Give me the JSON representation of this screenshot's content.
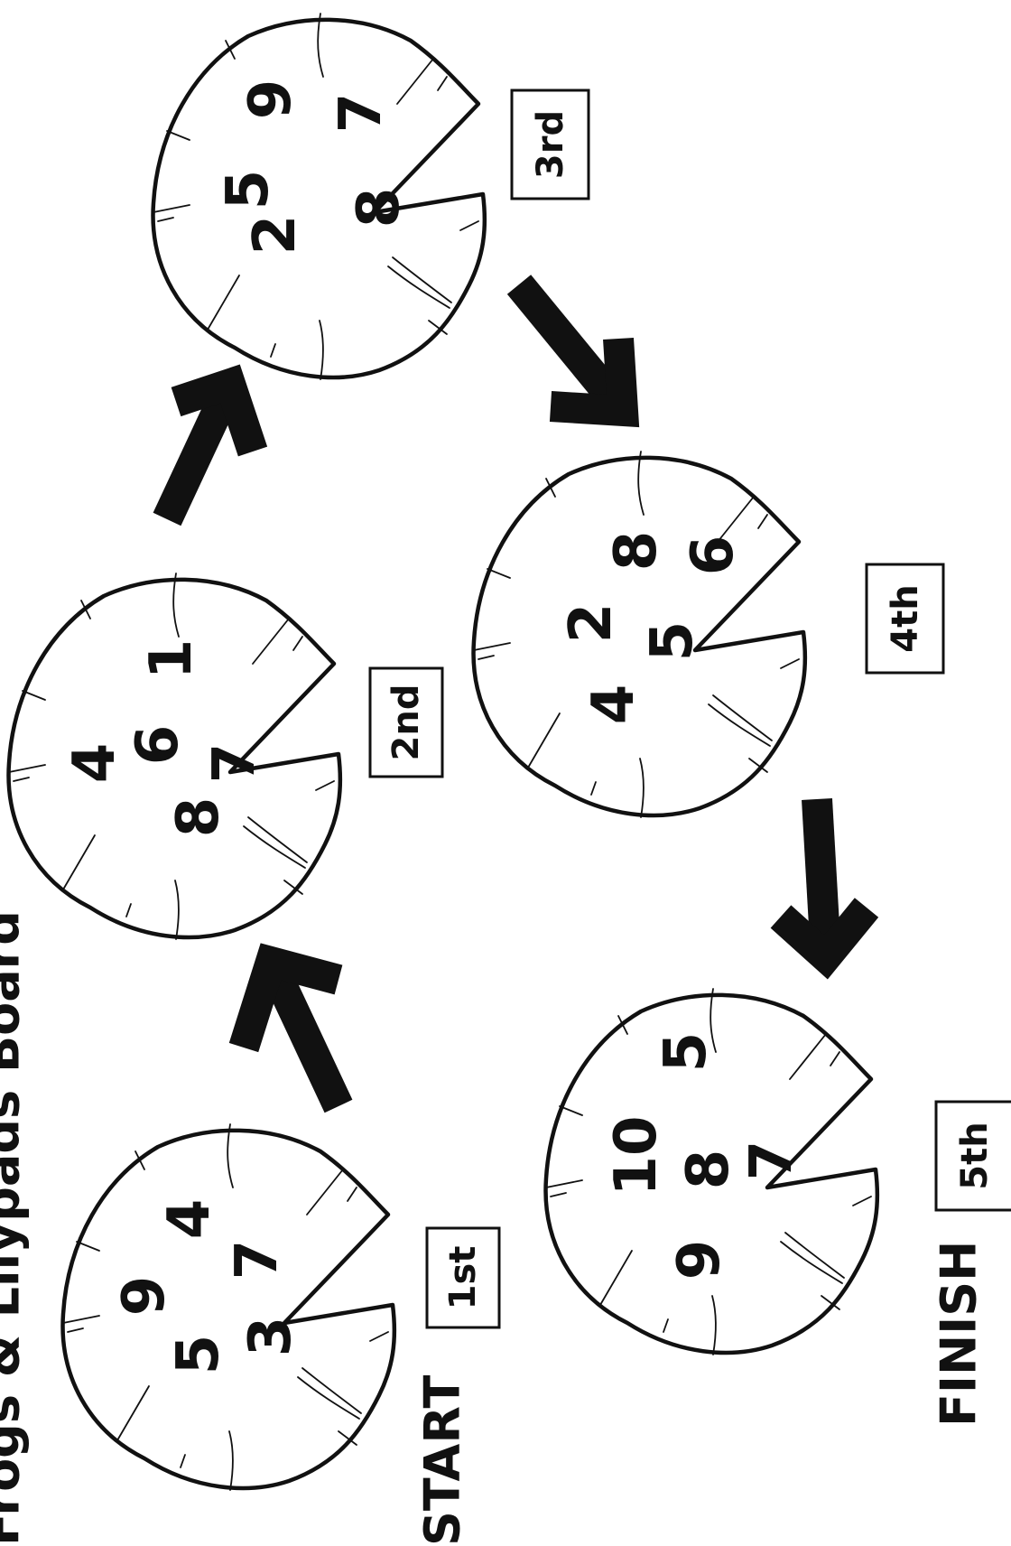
{
  "board": {
    "title": "Frogs & Lilypads Board",
    "start_label": "START",
    "finish_label": "FINISH",
    "pads": [
      {
        "order": "1st",
        "numbers": [
          "5",
          "9",
          "3",
          "4",
          "7"
        ]
      },
      {
        "order": "2nd",
        "numbers": [
          "4",
          "8",
          "6",
          "1",
          "7"
        ]
      },
      {
        "order": "3rd",
        "numbers": [
          "5",
          "2",
          "9",
          "7",
          "8"
        ]
      },
      {
        "order": "4th",
        "numbers": [
          "2",
          "4",
          "8",
          "5",
          "6"
        ]
      },
      {
        "order": "5th",
        "numbers": [
          "10",
          "9",
          "8",
          "5",
          "7"
        ]
      }
    ]
  }
}
